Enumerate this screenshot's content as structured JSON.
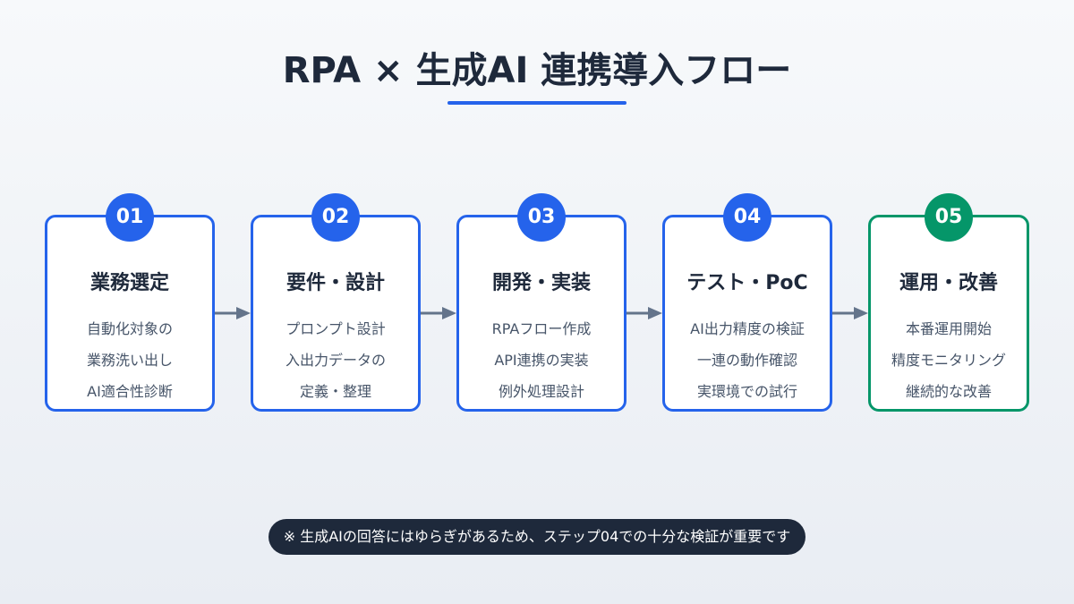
{
  "title": "RPA × 生成AI 連携導入フロー",
  "steps": [
    {
      "num": "01",
      "title": "業務選定",
      "lines": [
        "自動化対象の",
        "業務洗い出し",
        "AI適合性診断"
      ]
    },
    {
      "num": "02",
      "title": "要件・設計",
      "lines": [
        "プロンプト設計",
        "入出力データの",
        "定義・整理"
      ]
    },
    {
      "num": "03",
      "title": "開発・実装",
      "lines": [
        "RPAフロー作成",
        "API連携の実装",
        "例外処理設計"
      ]
    },
    {
      "num": "04",
      "title": "テスト・PoC",
      "lines": [
        "AI出力精度の検証",
        "一連の動作確認",
        "実環境での試行"
      ]
    },
    {
      "num": "05",
      "title": "運用・改善",
      "lines": [
        "本番運用開始",
        "精度モニタリング",
        "継続的な改善"
      ]
    }
  ],
  "note": "※ 生成AIの回答にはゆらぎがあるため、ステップ04での十分な検証が重要です",
  "colors": {
    "blue": "#2563eb",
    "green": "#059669",
    "dark": "#1e293b"
  }
}
